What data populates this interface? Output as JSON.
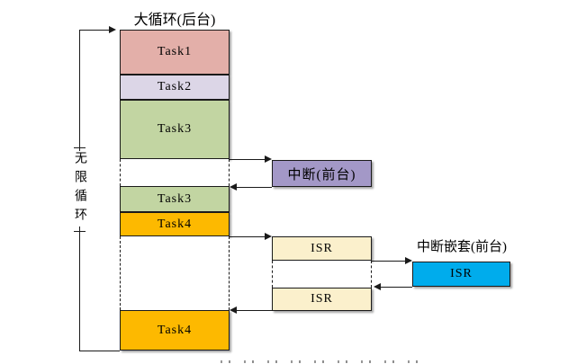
{
  "diagram": {
    "title": "大循环(后台)",
    "loop_label": "无限循环",
    "background_tasks": [
      {
        "label": "Task1",
        "color": "#e3afa9"
      },
      {
        "label": "Task2",
        "color": "#dcd6e7"
      },
      {
        "label": "Task3",
        "color": "#c2d5a2"
      },
      {
        "label": "Task3",
        "color": "#c2d5a2"
      },
      {
        "label": "Task4",
        "color": "#fdb900"
      },
      {
        "label": "Task4",
        "color": "#fdb900"
      }
    ],
    "interrupt_box": {
      "label": "中断(前台)",
      "color": "#a398c7"
    },
    "isr_boxes": [
      {
        "label": "ISR",
        "color": "#fbf0cc"
      },
      {
        "label": "ISR",
        "color": "#fbf0cc"
      }
    ],
    "nested_interrupt": {
      "title": "中断嵌套(前台)",
      "isr_label": "ISR",
      "color": "#00acec"
    },
    "colors": {
      "line": "#1a1a1a",
      "background": "#ffffff"
    }
  }
}
